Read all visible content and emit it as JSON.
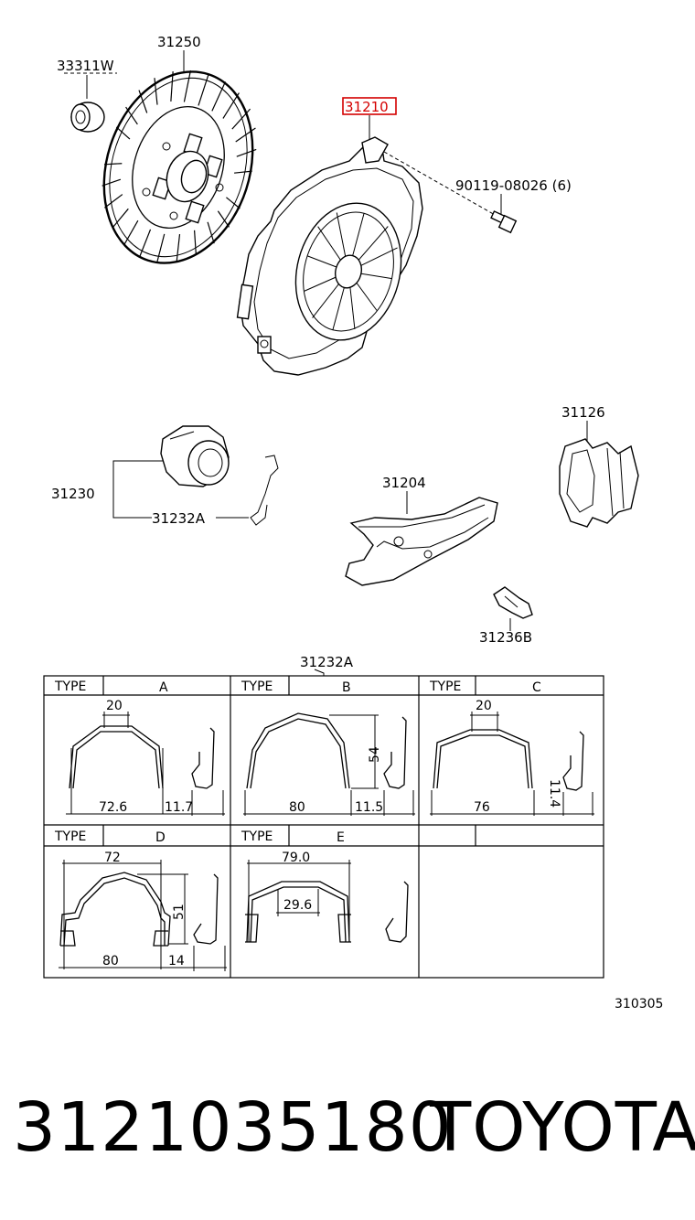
{
  "labels": {
    "p33311w": "33311W",
    "p31250": "31250",
    "p31210": "31210",
    "p90119": "90119-08026 (6)",
    "p31126": "31126",
    "p31230": "31230",
    "p31204": "31204",
    "p31232a": "31232A",
    "p31236b": "31236B",
    "table_title": "31232A",
    "diagram_code": "310305"
  },
  "table": {
    "type_header": "TYPE",
    "cells": [
      {
        "type": "A",
        "dims": [
          "20",
          "72.6",
          "11.7"
        ]
      },
      {
        "type": "B",
        "dims": [
          "54",
          "80",
          "11.5"
        ]
      },
      {
        "type": "C",
        "dims": [
          "20",
          "76",
          "11.4"
        ]
      },
      {
        "type": "D",
        "dims": [
          "72",
          "51",
          "80",
          "14"
        ]
      },
      {
        "type": "E",
        "dims": [
          "79.0",
          "29.6"
        ]
      }
    ]
  },
  "footer": {
    "part_number": "3121035180",
    "brand": "TOYOTA"
  },
  "colors": {
    "highlight": "#d40000",
    "line": "#000000",
    "background": "#ffffff"
  }
}
